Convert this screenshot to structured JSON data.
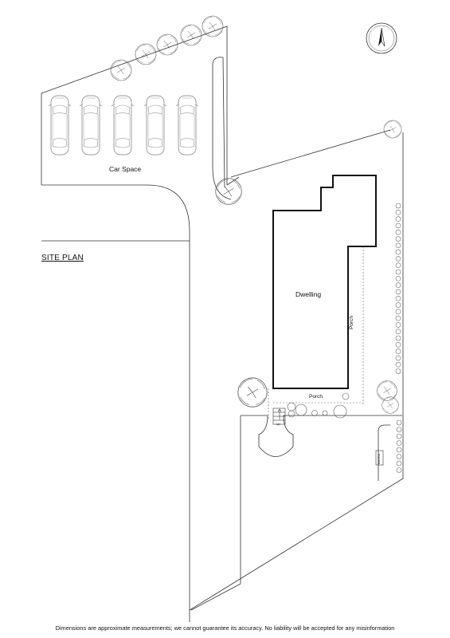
{
  "title": "SITE PLAN",
  "labels": {
    "car_space": "Car Space",
    "dwelling": "Dwelling",
    "porch_front": "Porch",
    "porch_side": "Porch",
    "steps": "Up",
    "mailbox": "Mail Box"
  },
  "disclaimer": "Dimensions are approximate measurements; we cannot guarantee its accuracy. No liability will be accepted for any misinformation",
  "icons": {
    "compass": "north-arrow-icon",
    "tree": "tree-icon",
    "car": "car-icon",
    "shrub": "shrub-icon"
  }
}
